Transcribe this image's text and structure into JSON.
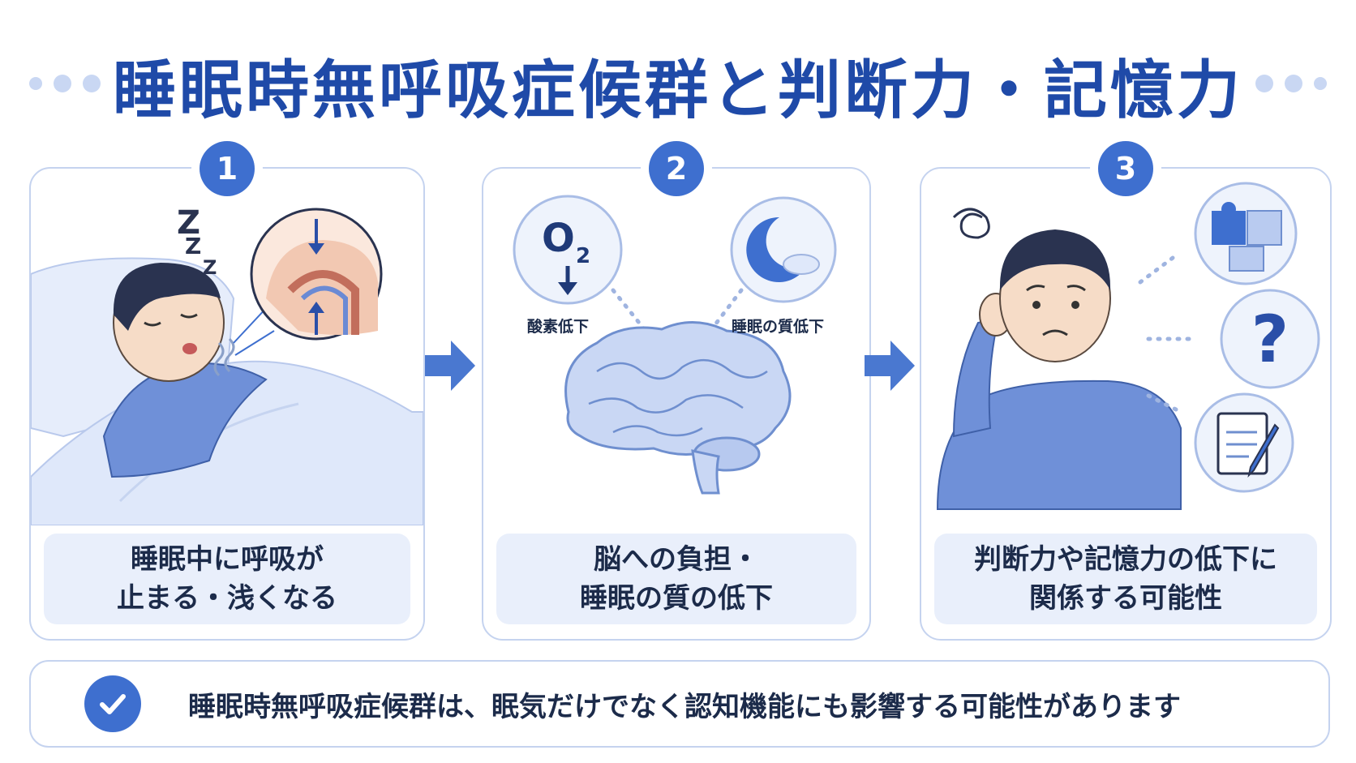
{
  "title": "睡眠時無呼吸症候群と判断力・記憶力",
  "steps": [
    {
      "number": "1",
      "caption_line1": "睡眠中に呼吸が",
      "caption_line2": "止まる・浅くなる"
    },
    {
      "number": "2",
      "caption_line1": "脳への負担・",
      "caption_line2": "睡眠の質の低下",
      "label_left": "酸素低下",
      "label_right": "睡眠の質低下"
    },
    {
      "number": "3",
      "caption_line1": "判断力や記憶力の低下に",
      "caption_line2": "関係する可能性"
    }
  ],
  "bubble_glyphs": {
    "snore": "Z",
    "oxygen": "O",
    "oxygen_sub": "2",
    "question": "?"
  },
  "summary": "睡眠時無呼吸症候群は、眠気だけでなく認知機能にも影響する可能性があります",
  "colors": {
    "primary": "#1f4aa8",
    "accent": "#3e6fcf",
    "light": "#e9effb",
    "border": "#c5d3ef"
  },
  "icons": [
    "snore-z-icon",
    "oxygen-icon",
    "moon-cloud-icon",
    "brain-icon",
    "puzzle-icon",
    "question-icon",
    "notepad-icon",
    "check-icon",
    "arrow-right-icon"
  ]
}
